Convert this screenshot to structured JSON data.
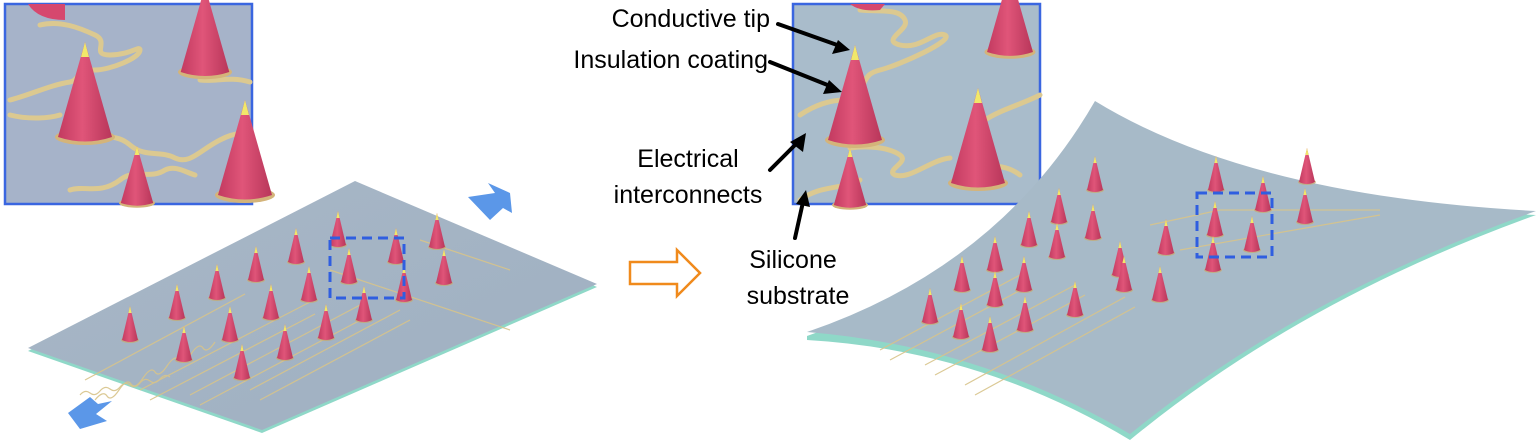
{
  "labels": {
    "conductive_tip": "Conductive tip",
    "insulation_coating": "Insulation coating",
    "electrical_line1": "Electrical",
    "electrical_line2": "interconnects",
    "silicone_line1": "Silicone",
    "silicone_line2": "substrate"
  },
  "colors": {
    "substrate": "#a3b3c4",
    "substrate_edge": "#8fd8c8",
    "cone": "#d6486e",
    "tip": "#f1e86a",
    "interconnect": "#d8c48a",
    "stretch_arrow": "#5b97e8",
    "dashed_box": "#2f5ee0",
    "inset_border": "#3a66e0",
    "process_arrow": "#f08a1c"
  },
  "panels": {
    "left": "unstretched-array",
    "right": "stretched-array"
  }
}
